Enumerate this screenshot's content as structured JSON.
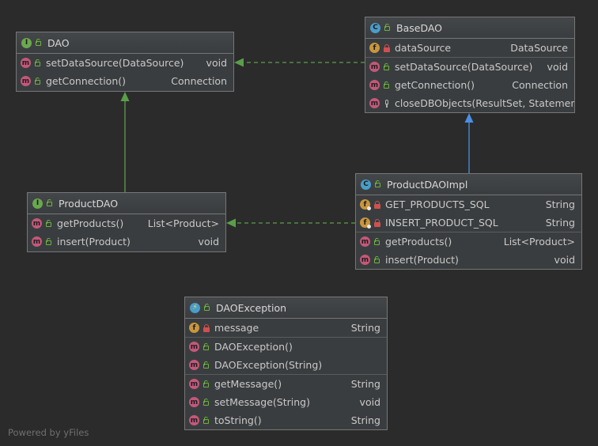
{
  "classes": {
    "dao": {
      "kind": "I",
      "name": "DAO",
      "methods": [
        {
          "name": "setDataSource(DataSource)",
          "type": "void"
        },
        {
          "name": "getConnection()",
          "type": "Connection"
        }
      ]
    },
    "basedao": {
      "kind": "C",
      "name": "BaseDAO",
      "fields": [
        {
          "name": "dataSource",
          "type": "DataSource"
        }
      ],
      "methods": [
        {
          "name": "setDataSource(DataSource)",
          "type": "void"
        },
        {
          "name": "getConnection()",
          "type": "Connection"
        },
        {
          "name": "closeDBObjects(ResultSet, Statement, C",
          "type": ""
        }
      ]
    },
    "productdao": {
      "kind": "I",
      "name": "ProductDAO",
      "methods": [
        {
          "name": "getProducts()",
          "type": "List<Product>"
        },
        {
          "name": "insert(Product)",
          "type": "void"
        }
      ]
    },
    "productdaoimpl": {
      "kind": "C",
      "name": "ProductDAOImpl",
      "fields": [
        {
          "name": "GET_PRODUCTS_SQL",
          "type": "String"
        },
        {
          "name": "INSERT_PRODUCT_SQL",
          "type": "String"
        }
      ],
      "methods": [
        {
          "name": "getProducts()",
          "type": "List<Product>"
        },
        {
          "name": "insert(Product)",
          "type": "void"
        }
      ]
    },
    "daoexception": {
      "kind": "E",
      "name": "DAOException",
      "fields": [
        {
          "name": "message",
          "type": "String"
        }
      ],
      "constructors": [
        {
          "name": "DAOException()",
          "type": ""
        },
        {
          "name": "DAOException(String)",
          "type": ""
        }
      ],
      "methods": [
        {
          "name": "getMessage()",
          "type": "String"
        },
        {
          "name": "setMessage(String)",
          "type": "void"
        },
        {
          "name": "toString()",
          "type": "String"
        }
      ]
    }
  },
  "icons": {
    "interface": "interface-icon",
    "class": "class-icon",
    "exception": "exception-class-icon",
    "method": "method-icon",
    "field": "field-icon",
    "public": "public-lock-icon",
    "private": "private-lock-icon",
    "protected": "protected-key-icon"
  },
  "colors": {
    "background": "#2b2b2b",
    "implements_arrow": "#5a9e4a",
    "extends_arrow": "#4a90e2"
  },
  "footer": "Powered by yFiles"
}
